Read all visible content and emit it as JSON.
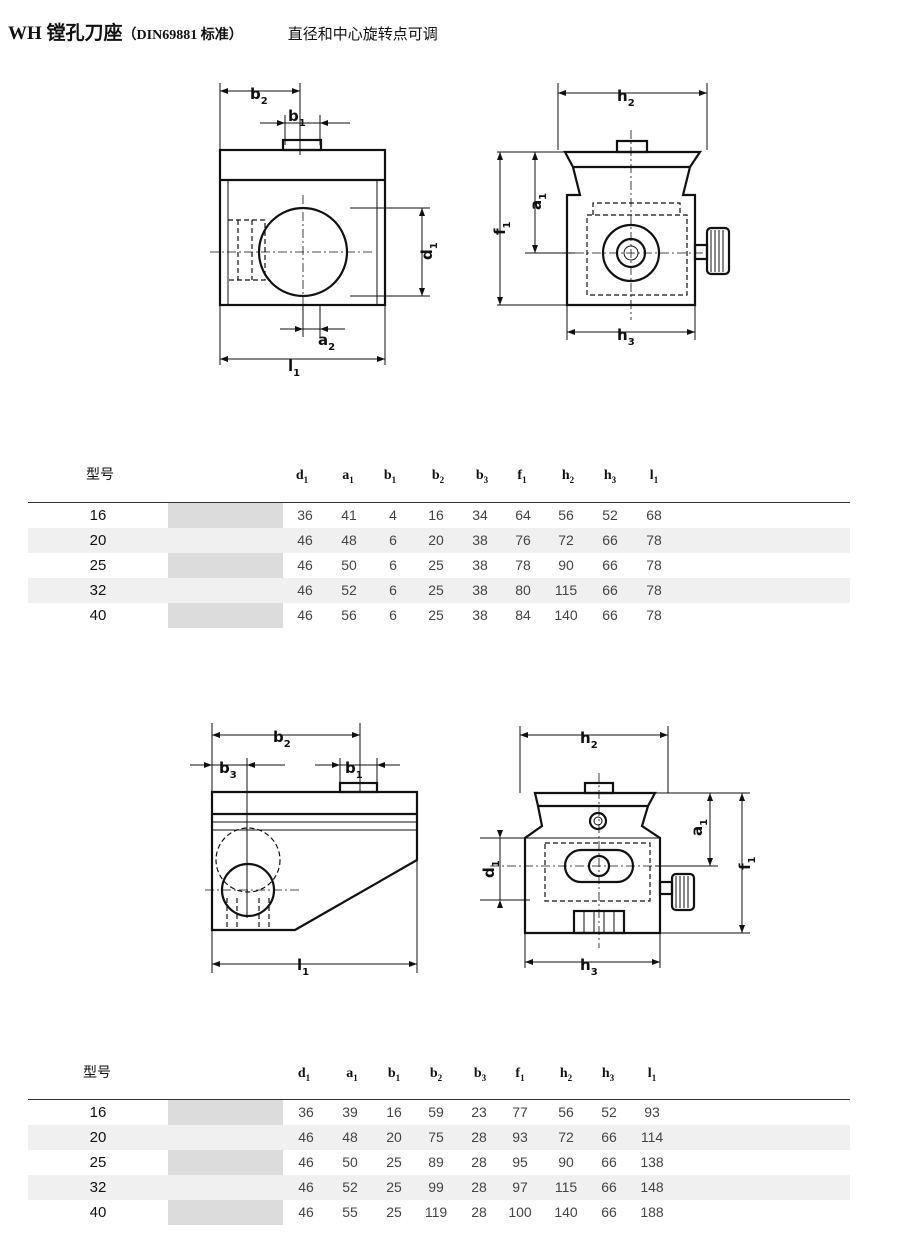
{
  "title": {
    "main": "WH 镗孔刀座",
    "standard": "（DIN69881 标准）",
    "subtitle": "直径和中心旋转点可调"
  },
  "figure1_labels": {
    "b2": "b",
    "b2_sub": "2",
    "b1": "b",
    "b1_sub": "1",
    "d1": "d",
    "d1_sub": "1",
    "a2": "a",
    "a2_sub": "2",
    "l1": "l",
    "l1_sub": "1",
    "h2": "h",
    "h2_sub": "2",
    "a1": "a",
    "a1_sub": "1",
    "f1": "f",
    "f1_sub": "1",
    "h3": "h",
    "h3_sub": "3"
  },
  "figure2_labels": {
    "b2": "b",
    "b2_sub": "2",
    "b3": "b",
    "b3_sub": "3",
    "b1": "b",
    "b1_sub": "1",
    "l1": "l",
    "l1_sub": "1",
    "h2": "h",
    "h2_sub": "2",
    "a1": "a",
    "a1_sub": "1",
    "f1": "f",
    "f1_sub": "1",
    "d1": "d",
    "d1_sub": "1",
    "h3": "h",
    "h3_sub": "3"
  },
  "table1": {
    "model_header": "型号",
    "columns": [
      {
        "sym": "d",
        "sub": "1"
      },
      {
        "sym": "a",
        "sub": "1"
      },
      {
        "sym": "b",
        "sub": "1"
      },
      {
        "sym": "b",
        "sub": "2"
      },
      {
        "sym": "b",
        "sub": "3"
      },
      {
        "sym": "f",
        "sub": "1"
      },
      {
        "sym": "h",
        "sub": "2"
      },
      {
        "sym": "h",
        "sub": "3"
      },
      {
        "sym": "l",
        "sub": "1"
      }
    ],
    "rows": [
      {
        "model": "16",
        "values": [
          "36",
          "41",
          "4",
          "16",
          "34",
          "64",
          "56",
          "52",
          "68"
        ]
      },
      {
        "model": "20",
        "values": [
          "46",
          "48",
          "6",
          "20",
          "38",
          "76",
          "72",
          "66",
          "78"
        ]
      },
      {
        "model": "25",
        "values": [
          "46",
          "50",
          "6",
          "25",
          "38",
          "78",
          "90",
          "66",
          "78"
        ]
      },
      {
        "model": "32",
        "values": [
          "46",
          "52",
          "6",
          "25",
          "38",
          "80",
          "115",
          "66",
          "78"
        ]
      },
      {
        "model": "40",
        "values": [
          "46",
          "56",
          "6",
          "25",
          "38",
          "84",
          "140",
          "66",
          "78"
        ]
      }
    ]
  },
  "table2": {
    "model_header": "型号",
    "columns": [
      {
        "sym": "d",
        "sub": "1"
      },
      {
        "sym": "a",
        "sub": "1"
      },
      {
        "sym": "b",
        "sub": "1"
      },
      {
        "sym": "b",
        "sub": "2"
      },
      {
        "sym": "b",
        "sub": "3"
      },
      {
        "sym": "f",
        "sub": "1"
      },
      {
        "sym": "h",
        "sub": "2"
      },
      {
        "sym": "h",
        "sub": "3"
      },
      {
        "sym": "l",
        "sub": "1"
      }
    ],
    "rows": [
      {
        "model": "16",
        "values": [
          "36",
          "39",
          "16",
          "59",
          "23",
          "77",
          "56",
          "52",
          "93"
        ]
      },
      {
        "model": "20",
        "values": [
          "46",
          "48",
          "20",
          "75",
          "28",
          "93",
          "72",
          "66",
          "114"
        ]
      },
      {
        "model": "25",
        "values": [
          "46",
          "50",
          "25",
          "89",
          "28",
          "95",
          "90",
          "66",
          "138"
        ]
      },
      {
        "model": "32",
        "values": [
          "46",
          "52",
          "25",
          "99",
          "28",
          "97",
          "115",
          "66",
          "148"
        ]
      },
      {
        "model": "40",
        "values": [
          "46",
          "55",
          "25",
          "119",
          "28",
          "100",
          "140",
          "66",
          "188"
        ]
      }
    ]
  }
}
